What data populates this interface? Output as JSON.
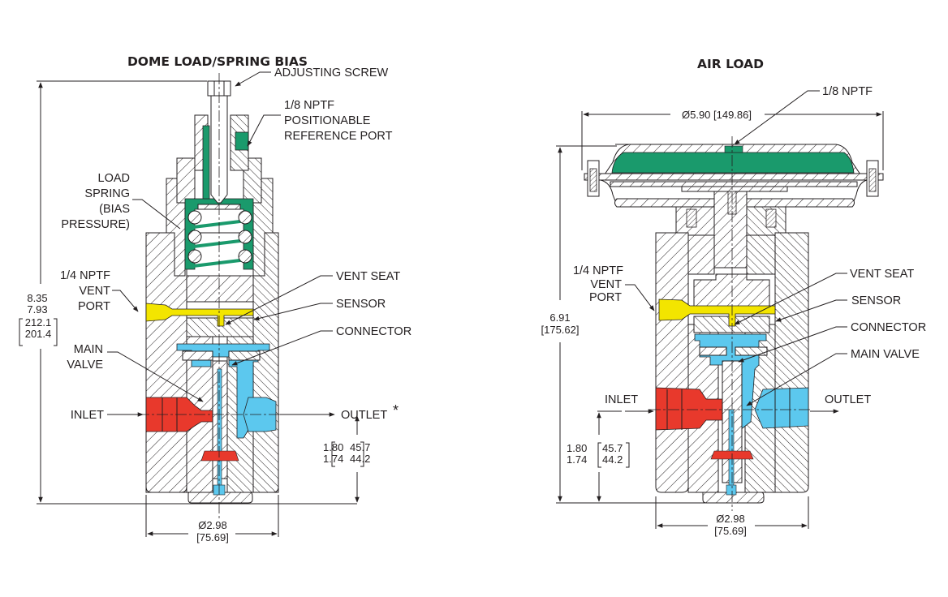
{
  "colors": {
    "dome": "#1a9a6c",
    "vent": "#f3e500",
    "inlet": "#e8392c",
    "outlet": "#5cc8ee",
    "line": "#231f20"
  },
  "left_drawing": {
    "title": "DOME LOAD/SPRING BIAS",
    "labels": {
      "adjusting_screw": "ADJUSTING SCREW",
      "ref_port": [
        "1/8 NPTF",
        "POSITIONABLE",
        "REFERENCE PORT"
      ],
      "load_spring": [
        "LOAD",
        "SPRING",
        "(BIAS",
        "PRESSURE)"
      ],
      "vent_port": [
        "1/4 NPTF",
        "VENT",
        "PORT"
      ],
      "vent_seat": "VENT SEAT",
      "sensor": "SENSOR",
      "connector": "CONNECTOR",
      "main_valve": [
        "MAIN",
        "VALVE"
      ],
      "inlet": "INLET",
      "outlet": "OUTLET",
      "outlet_mark": "*"
    },
    "dimensions": {
      "height_in": [
        "8.35",
        "7.93"
      ],
      "height_mm": [
        "212.1",
        "201.4"
      ],
      "port_height_in": [
        "1.80",
        "1.74"
      ],
      "port_height_mm": [
        "45.7",
        "44.2"
      ],
      "diameter_in": "Ø2.98",
      "diameter_mm": "[75.69]"
    }
  },
  "right_drawing": {
    "title": "AIR LOAD",
    "labels": {
      "dome_port": "1/8 NPTF",
      "vent_port": [
        "1/4 NPTF",
        "VENT",
        "PORT"
      ],
      "vent_seat": "VENT SEAT",
      "sensor": "SENSOR",
      "connector": "CONNECTOR",
      "main_valve": "MAIN VALVE",
      "inlet": "INLET",
      "outlet": "OUTLET"
    },
    "dimensions": {
      "dome_diameter": "Ø5.90 [149.86]",
      "height_in": "6.91",
      "height_mm": "[175.62]",
      "port_height_in": [
        "1.80",
        "1.74"
      ],
      "port_height_mm": [
        "45.7",
        "44.2"
      ],
      "diameter_in": "Ø2.98",
      "diameter_mm": "[75.69]"
    }
  }
}
